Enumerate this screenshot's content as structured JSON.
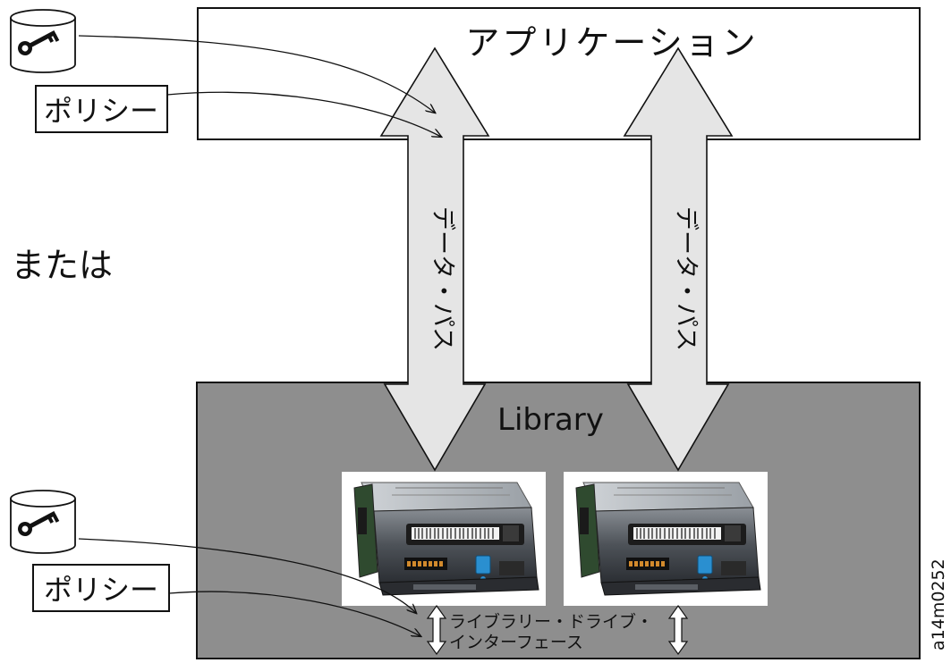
{
  "application_label": "アプリケーション",
  "alternative_label": "または",
  "library_label": "Library",
  "policy_label_top": "ポリシー",
  "policy_label_bottom": "ポリシー",
  "data_path_label_left": "データ・パス",
  "data_path_label_right": "データ・パス",
  "library_drive_interface_line1": "ライブラリー・ドライブ・",
  "library_drive_interface_line2": "インターフェース",
  "figure_id": "a14m0252",
  "key_icon_name": "key-database-icon",
  "tape_drive_icon_name": "tape-drive-icon",
  "colors": {
    "library_fill": "#8e8e8e",
    "arrow_fill": "#e5e5e5",
    "outline": "#111111",
    "background": "#ffffff"
  }
}
